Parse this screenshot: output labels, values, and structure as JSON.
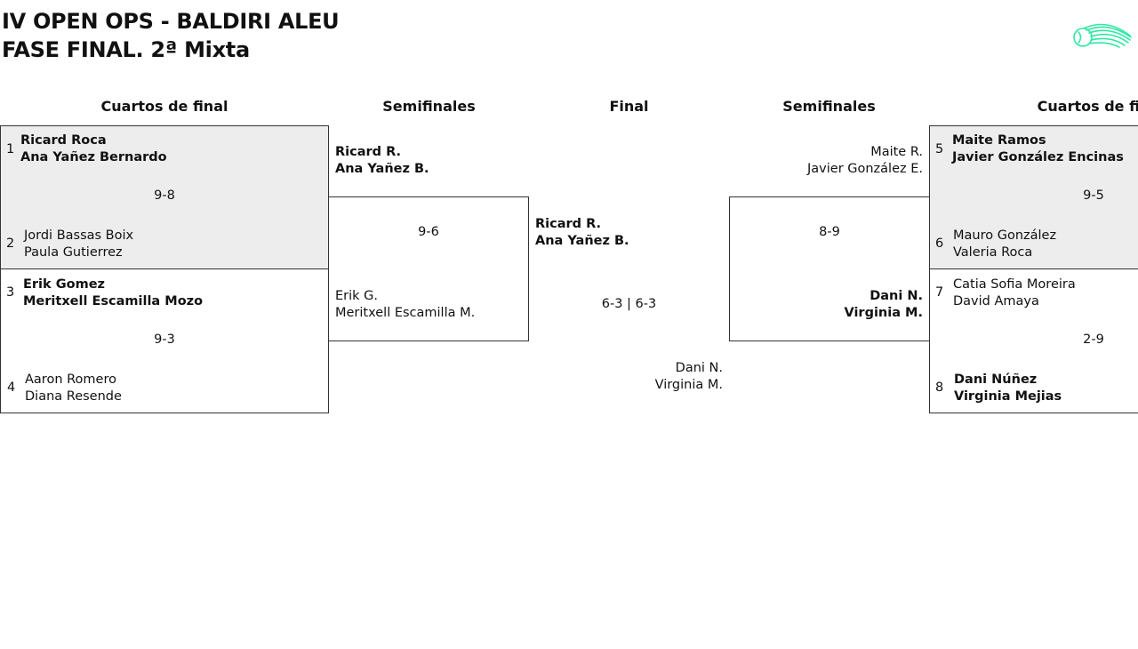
{
  "header": {
    "title_line1": "IV OPEN OPS - BALDIRI ALEU",
    "title_line2": "FASE FINAL. 2ª Mixta"
  },
  "rounds": {
    "left_quarters": "Cuartos de final",
    "left_semis": "Semifinales",
    "final": "Final",
    "right_semis": "Semifinales",
    "right_quarters": "Cuartos de fin"
  },
  "qf": {
    "m1": {
      "seed_a": "1",
      "a1": "Ricard Roca",
      "a2": "Ana Yañez Bernardo",
      "score": "9-8",
      "seed_b": "2",
      "b1": "Jordi Bassas Boix",
      "b2": "Paula Gutierrez"
    },
    "m2": {
      "seed_a": "3",
      "a1": "Erik Gomez",
      "a2": "Meritxell Escamilla Mozo",
      "score": "9-3",
      "seed_b": "4",
      "b1": "Aaron Romero",
      "b2": "Diana Resende"
    },
    "m3": {
      "seed_a": "5",
      "a1": "Maite Ramos",
      "a2": "Javier González Encinas",
      "score": "9-5",
      "seed_b": "6",
      "b1": "Mauro González",
      "b2": "Valeria Roca"
    },
    "m4": {
      "seed_a": "7",
      "a1": "Catia Sofia Moreira",
      "a2": "David Amaya",
      "score": "2-9",
      "seed_b": "8",
      "b1": "Dani Núñez",
      "b2": "Virginia Mejias"
    }
  },
  "sf": {
    "left": {
      "a1": "Ricard R.",
      "a2": "Ana Yañez B.",
      "score": "9-6",
      "b1": "Erik G.",
      "b2": "Meritxell Escamilla M."
    },
    "right": {
      "a1": "Maite R.",
      "a2": "Javier González E.",
      "score": "8-9",
      "b1": "Dani N.",
      "b2": "Virginia M."
    }
  },
  "final": {
    "a1": "Ricard R.",
    "a2": "Ana Yañez B.",
    "score": "6-3 | 6-3",
    "b1": "Dani N.",
    "b2": "Virginia M."
  },
  "colors": {
    "logo": "#2ee8a4",
    "shade": "#ededed",
    "border": "#333333"
  }
}
